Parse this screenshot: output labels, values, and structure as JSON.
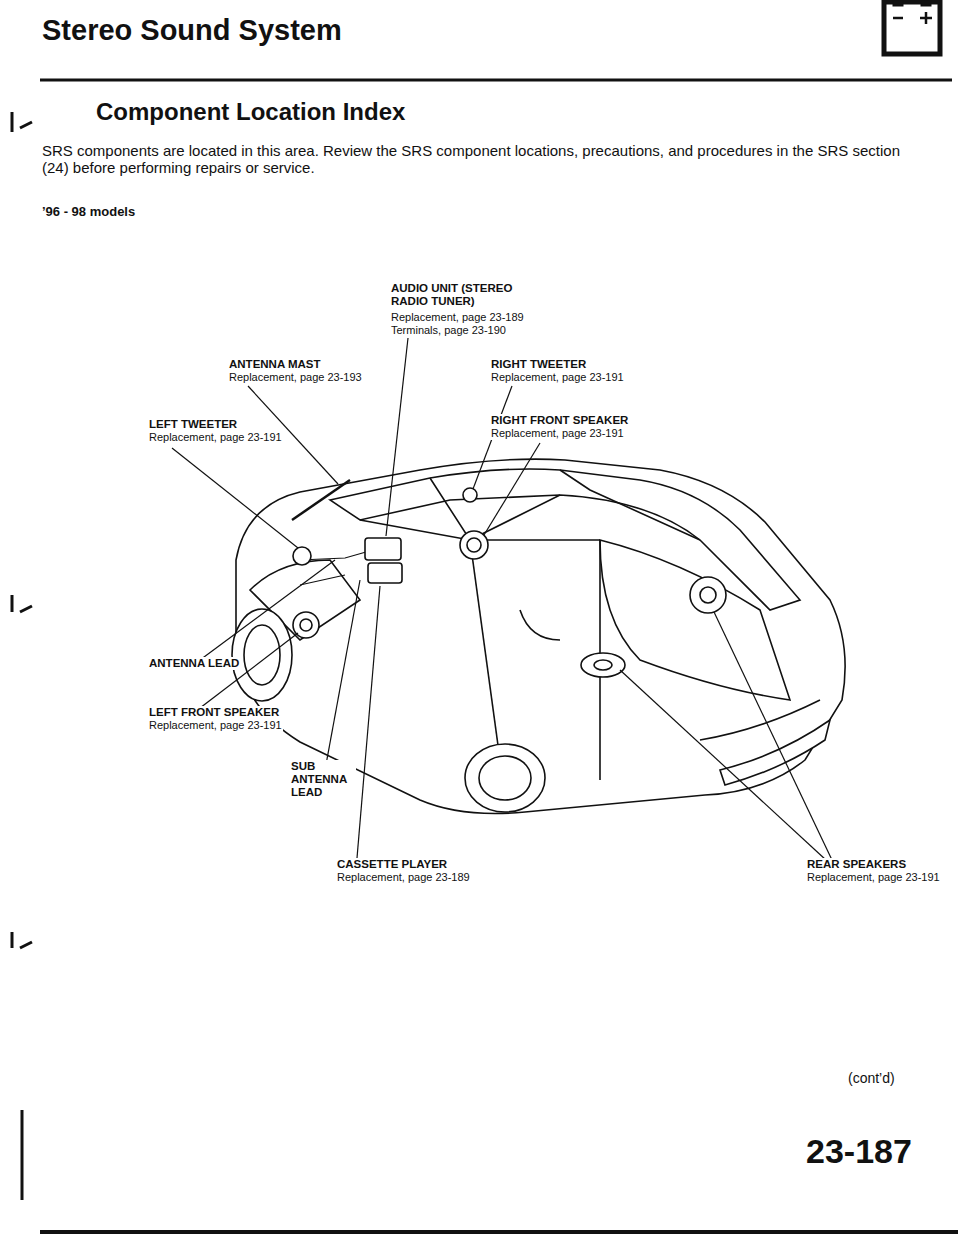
{
  "diagram": {
    "title": "Stereo Sound System",
    "labels": [
      "Component Location Index",
      "SRS components are located in this area. Review the SRS component locations, precautions, and procedures in the SRS section (24) before performing repairs or service.",
      "’96 - 98 models",
      "AUDIO UNIT (STEREO RADIO TUNER)",
      "Replacement, page 23-189",
      "Terminals, page 23-190",
      "ANTENNA MAST",
      "Replacement, page 23-193",
      "RIGHT TWEETER",
      "Replacement, page 23-191",
      "LEFT TWEETER",
      "Replacement, page 23-191",
      "RIGHT FRONT SPEAKER",
      "Replacement, page 23-191",
      "ANTENNA LEAD",
      "LEFT FRONT SPEAKER",
      "Replacement, page 23-191",
      "SUB ANTENNA LEAD",
      "CASSETTE PLAYER",
      "Replacement, page 23-189",
      "REAR SPEAKERS",
      "Replacement, page 23-191",
      "(cont’d)",
      "23-187"
    ]
  }
}
